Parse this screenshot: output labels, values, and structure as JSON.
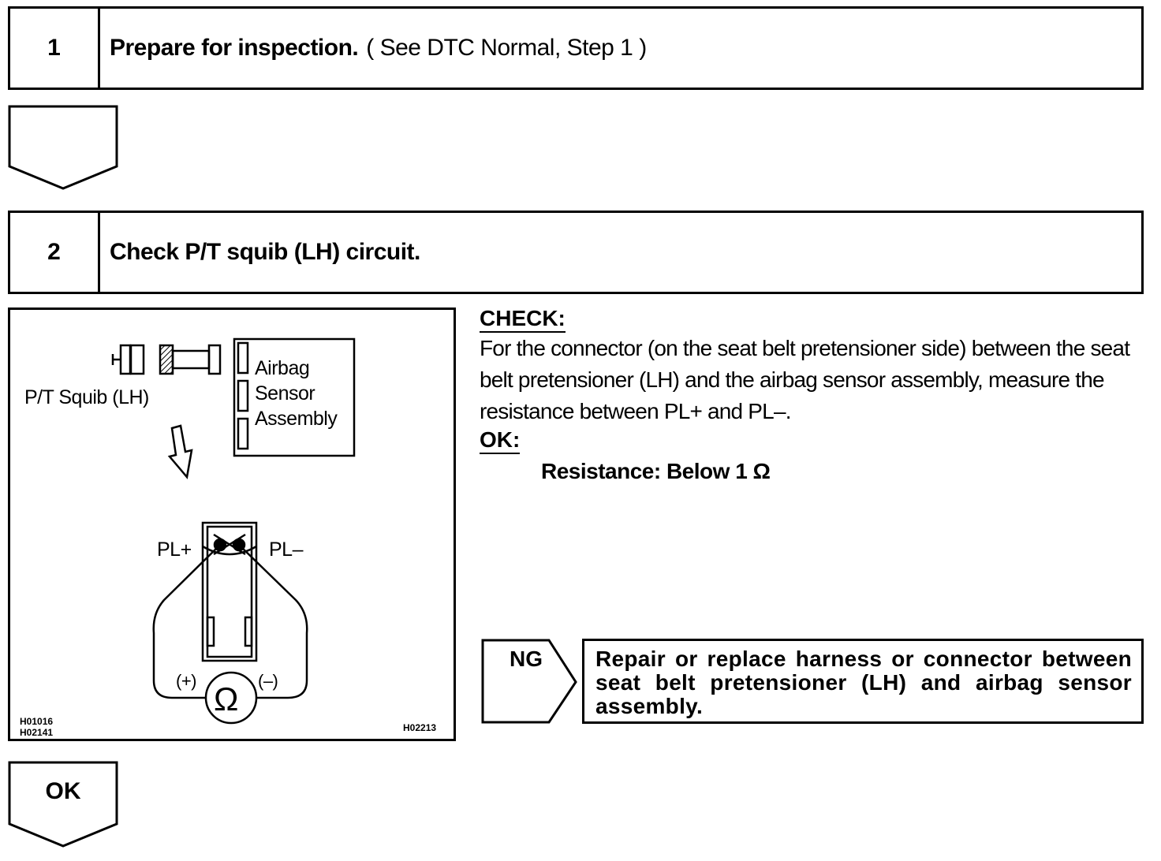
{
  "step1": {
    "number": "1",
    "title": "Prepare for inspection.",
    "reference": "( See DTC Normal, Step 1 )"
  },
  "step2": {
    "number": "2",
    "title": "Check P/T squib (LH) circuit."
  },
  "figure": {
    "squib_label": "P/T Squib (LH)",
    "airbag_line1": "Airbag",
    "airbag_line2": "Sensor",
    "airbag_line3": "Assembly",
    "pl_plus": "PL+",
    "pl_minus": "PL–",
    "plus_terminal": "(+)",
    "minus_terminal": "(–)",
    "ohm_symbol": "Ω",
    "code_1": "H01016",
    "code_2": "H02141",
    "code_3": "H02213"
  },
  "check": {
    "heading": "CHECK:",
    "text": "For the connector (on the seat belt pretensioner side) between the seat belt pretensioner (LH) and the airbag sensor assembly, measure the resistance between PL+ and PL–.",
    "ok_heading": "OK:",
    "spec": "Resistance: Below 1 Ω"
  },
  "ng": {
    "label": "NG",
    "action": "Repair or replace harness or connector between seat belt pretensioner (LH) and airbag sensor assembly."
  },
  "ok_label": "OK"
}
